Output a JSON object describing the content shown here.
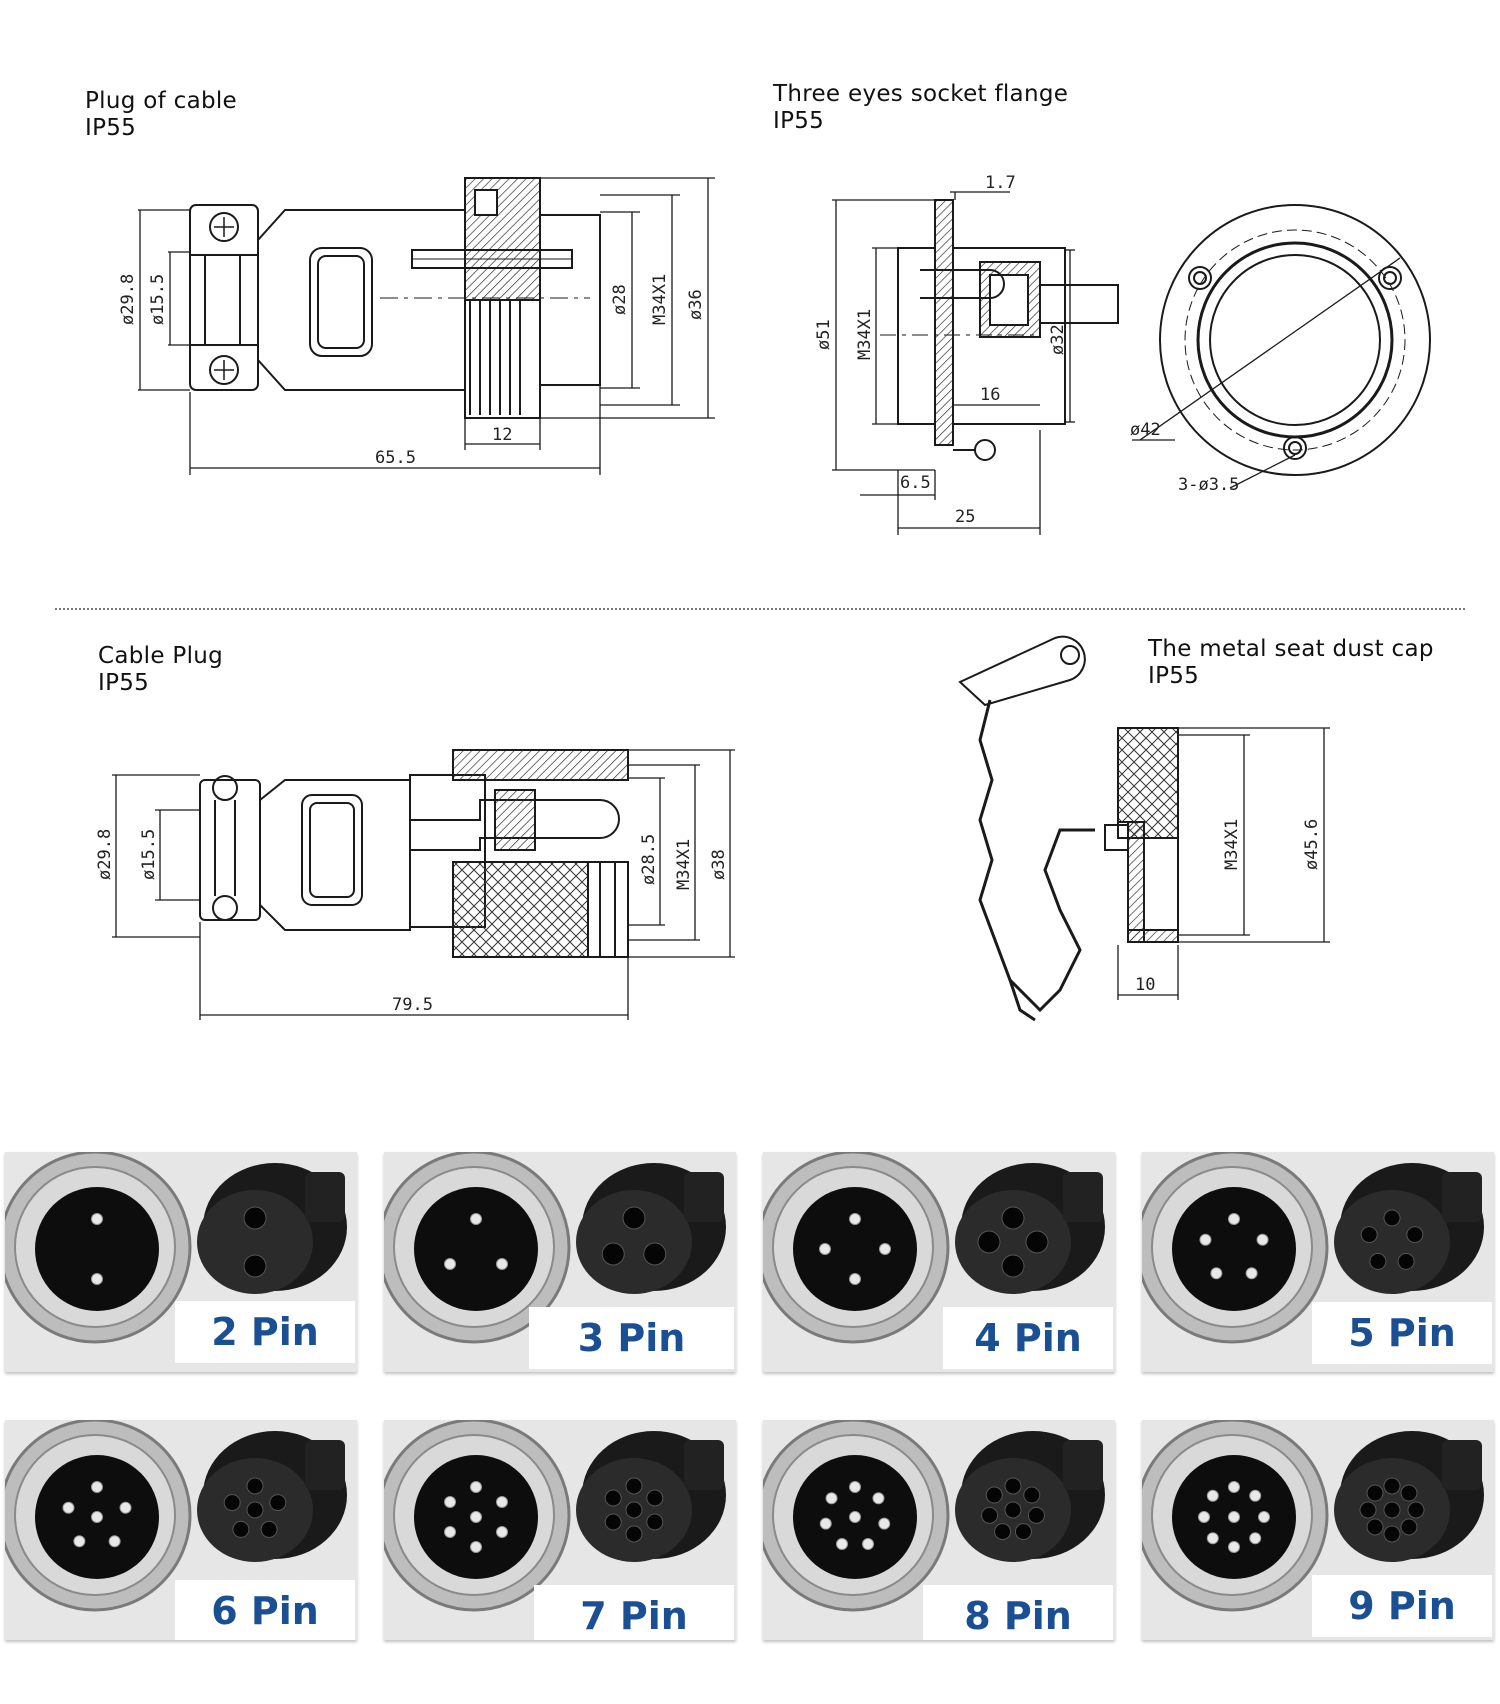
{
  "diagrams": {
    "plug_of_cable": {
      "title": "Plug of cable",
      "rating": "IP55",
      "dims": {
        "d1": "ø29.8",
        "d2": "ø15.5",
        "d3": "ø28",
        "d4": "M34X1",
        "d5": "ø36",
        "len": "65.5",
        "w": "12"
      }
    },
    "socket_flange": {
      "title": "Three eyes socket flange",
      "rating": "IP55",
      "dims": {
        "t": "1.7",
        "d1": "ø51",
        "d2": "M34X1",
        "d3": "ø32",
        "w": "16",
        "a": "6.5",
        "len": "25",
        "pcd": "ø42",
        "holes": "3-ø3.5"
      }
    },
    "cable_plug": {
      "title": "Cable Plug",
      "rating": "IP55",
      "dims": {
        "d1": "ø29.8",
        "d2": "ø15.5",
        "d3": "ø28.5",
        "d4": "M34X1",
        "d5": "ø38",
        "len": "79.5"
      }
    },
    "dust_cap": {
      "title": "The metal seat dust cap",
      "rating": "IP55",
      "dims": {
        "d1": "M34X1",
        "d2": "ø45.6",
        "w": "10"
      }
    }
  },
  "pins": [
    {
      "label": "2 Pin",
      "count": 2
    },
    {
      "label": "3 Pin",
      "count": 3
    },
    {
      "label": "4 Pin",
      "count": 4
    },
    {
      "label": "5 Pin",
      "count": 5
    },
    {
      "label": "6 Pin",
      "count": 6
    },
    {
      "label": "7 Pin",
      "count": 7
    },
    {
      "label": "8 Pin",
      "count": 8
    },
    {
      "label": "9 Pin",
      "count": 9
    }
  ],
  "colors": {
    "label_text": "#1b4f93",
    "line": "#1a1a1a"
  }
}
